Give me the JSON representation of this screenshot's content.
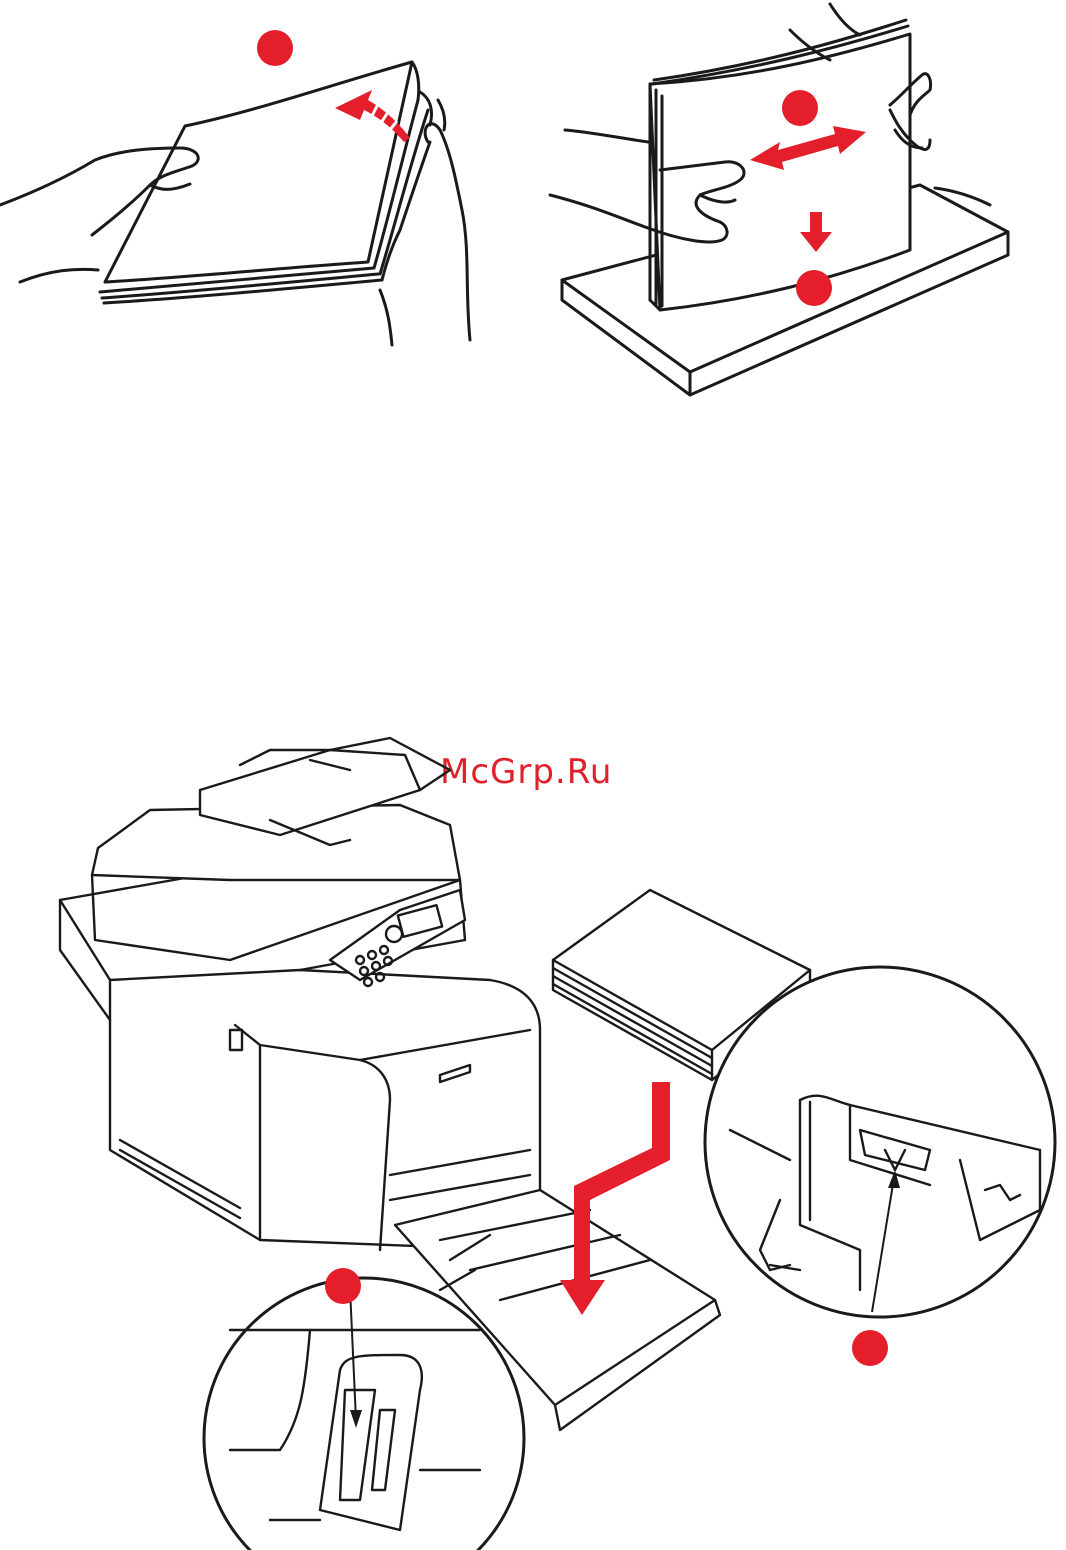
{
  "watermark": {
    "text": "McGrp.Ru",
    "color": "#e0202a"
  },
  "colors": {
    "accent": "#e41e2b",
    "line": "#1a1a1a",
    "paper": "#ffffff"
  },
  "panels": [
    {
      "name": "fan-paper-stack",
      "callouts": 1
    },
    {
      "name": "align-paper-stack",
      "callouts": 2
    },
    {
      "name": "load-paper-tray",
      "callouts": 2
    }
  ]
}
